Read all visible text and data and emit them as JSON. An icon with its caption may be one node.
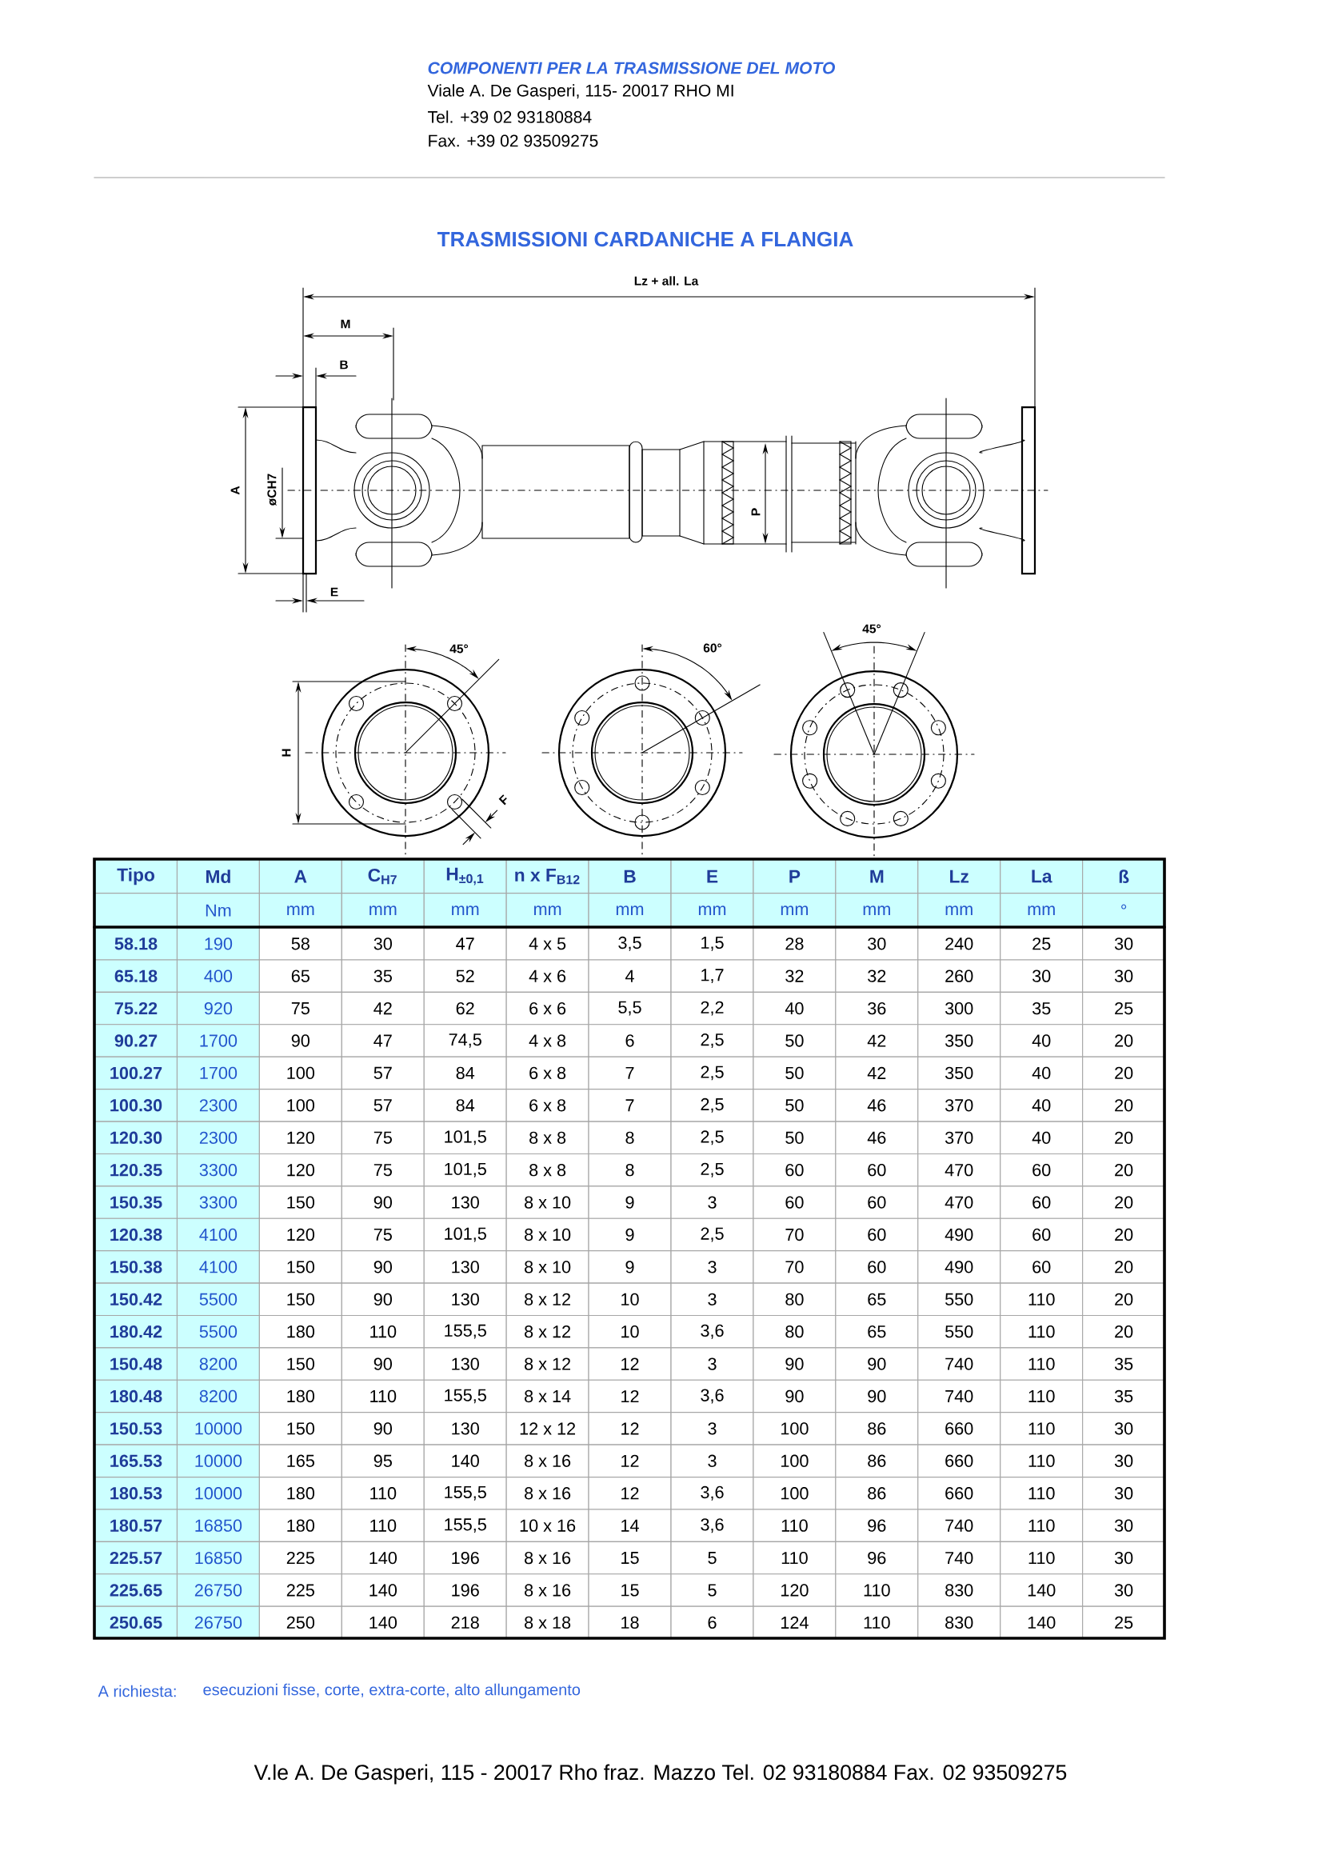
{
  "diagram": {
    "title": "TRASMISSIONI CARDANICHE A FLANGIA",
    "labels": [
      "COMPONENTI PER LA TRASMISSIONE DEL MOTO",
      "Viale A. De Gasperi, 115- 20017 RHO MI",
      "Tel. +39 02 93180884",
      "Fax. +39 02 93509275",
      "Lz + all. La",
      "M",
      "B",
      "A",
      "øCH7",
      "P",
      "E",
      "45°",
      "60°",
      "45°",
      "H",
      "F",
      "Tipo",
      "Md",
      "A",
      "C$_{H7}$",
      "H$_{±0,1}$",
      "n x F$_{B12}$",
      "B",
      "E",
      "P",
      "M",
      "Lz",
      "La",
      "ß",
      "Nm",
      "mm",
      "mm",
      "mm",
      "mm",
      "mm",
      "mm",
      "mm",
      "mm",
      "mm",
      "mm",
      "°",
      "58.18",
      "190",
      "58",
      "30",
      "47",
      "4 x 5",
      "3,5",
      "1,5",
      "28",
      "30",
      "240",
      "25",
      "30",
      "65.18",
      "400",
      "65",
      "35",
      "52",
      "4 x 6",
      "4",
      "1,7",
      "32",
      "32",
      "260",
      "30",
      "30",
      "75.22",
      "920",
      "75",
      "42",
      "62",
      "6 x 6",
      "5,5",
      "2,2",
      "40",
      "36",
      "300",
      "35",
      "25",
      "90.27",
      "1700",
      "90",
      "47",
      "74,5",
      "4 x 8",
      "6",
      "2,5",
      "50",
      "42",
      "350",
      "40",
      "20",
      "100.27",
      "1700",
      "100",
      "57",
      "84",
      "6 x 8",
      "7",
      "2,5",
      "50",
      "42",
      "350",
      "40",
      "20",
      "100.30",
      "2300",
      "100",
      "57",
      "84",
      "6 x 8",
      "7",
      "2,5",
      "50",
      "46",
      "370",
      "40",
      "20",
      "120.30",
      "2300",
      "120",
      "75",
      "101,5",
      "8 x 8",
      "8",
      "2,5",
      "50",
      "46",
      "370",
      "40",
      "20",
      "120.35",
      "3300",
      "120",
      "75",
      "101,5",
      "8 x 8",
      "8",
      "2,5",
      "60",
      "60",
      "470",
      "60",
      "20",
      "150.35",
      "3300",
      "150",
      "90",
      "130",
      "8 x 10",
      "9",
      "3",
      "60",
      "60",
      "470",
      "60",
      "20",
      "120.38",
      "4100",
      "120",
      "75",
      "101,5",
      "8 x 10",
      "9",
      "2,5",
      "70",
      "60",
      "490",
      "60",
      "20",
      "150.38",
      "4100",
      "150",
      "90",
      "130",
      "8 x 10",
      "9",
      "3",
      "70",
      "60",
      "490",
      "60",
      "20",
      "150.42",
      "5500",
      "150",
      "90",
      "130",
      "8 x 12",
      "10",
      "3",
      "80",
      "65",
      "550",
      "110",
      "20",
      "180.42",
      "5500",
      "180",
      "110",
      "155,5",
      "8 x 12",
      "10",
      "3,6",
      "80",
      "65",
      "550",
      "110",
      "20",
      "150.48",
      "8200",
      "150",
      "90",
      "130",
      "8 x 12",
      "12",
      "3",
      "90",
      "90",
      "740",
      "110",
      "35",
      "180.48",
      "8200",
      "180",
      "110",
      "155,5",
      "8 x 14",
      "12",
      "3,6",
      "90",
      "90",
      "740",
      "110",
      "35",
      "150.53",
      "10000",
      "150",
      "90",
      "130",
      "12 x 12",
      "12",
      "3",
      "100",
      "86",
      "660",
      "110",
      "30",
      "165.53",
      "10000",
      "165",
      "95",
      "140",
      "8 x 16",
      "12",
      "3",
      "100",
      "86",
      "660",
      "110",
      "30",
      "180.53",
      "10000",
      "180",
      "110",
      "155,5",
      "8 x 16",
      "12",
      "3,6",
      "100",
      "86",
      "660",
      "110",
      "30",
      "180.57",
      "16850",
      "180",
      "110",
      "155,5",
      "10 x 16",
      "14",
      "3,6",
      "110",
      "96",
      "740",
      "110",
      "30",
      "225.57",
      "16850",
      "225",
      "140",
      "196",
      "8 x 16",
      "15",
      "5",
      "110",
      "96",
      "740",
      "110",
      "30",
      "225.65",
      "26750",
      "225",
      "140",
      "196",
      "8 x 16",
      "15",
      "5",
      "120",
      "110",
      "830",
      "140",
      "30",
      "250.65",
      "26750",
      "250",
      "140",
      "218",
      "8 x 18",
      "18",
      "6",
      "124",
      "110",
      "830",
      "140",
      "25",
      "A richiesta:",
      "esecuzioni fisse, corte, extra-corte, alto allungamento",
      "V.le A. De Gasperi, 115 - 20017 Rho fraz. Mazzo Tel. 02 93180884 Fax. 02 93509275"
    ]
  }
}
